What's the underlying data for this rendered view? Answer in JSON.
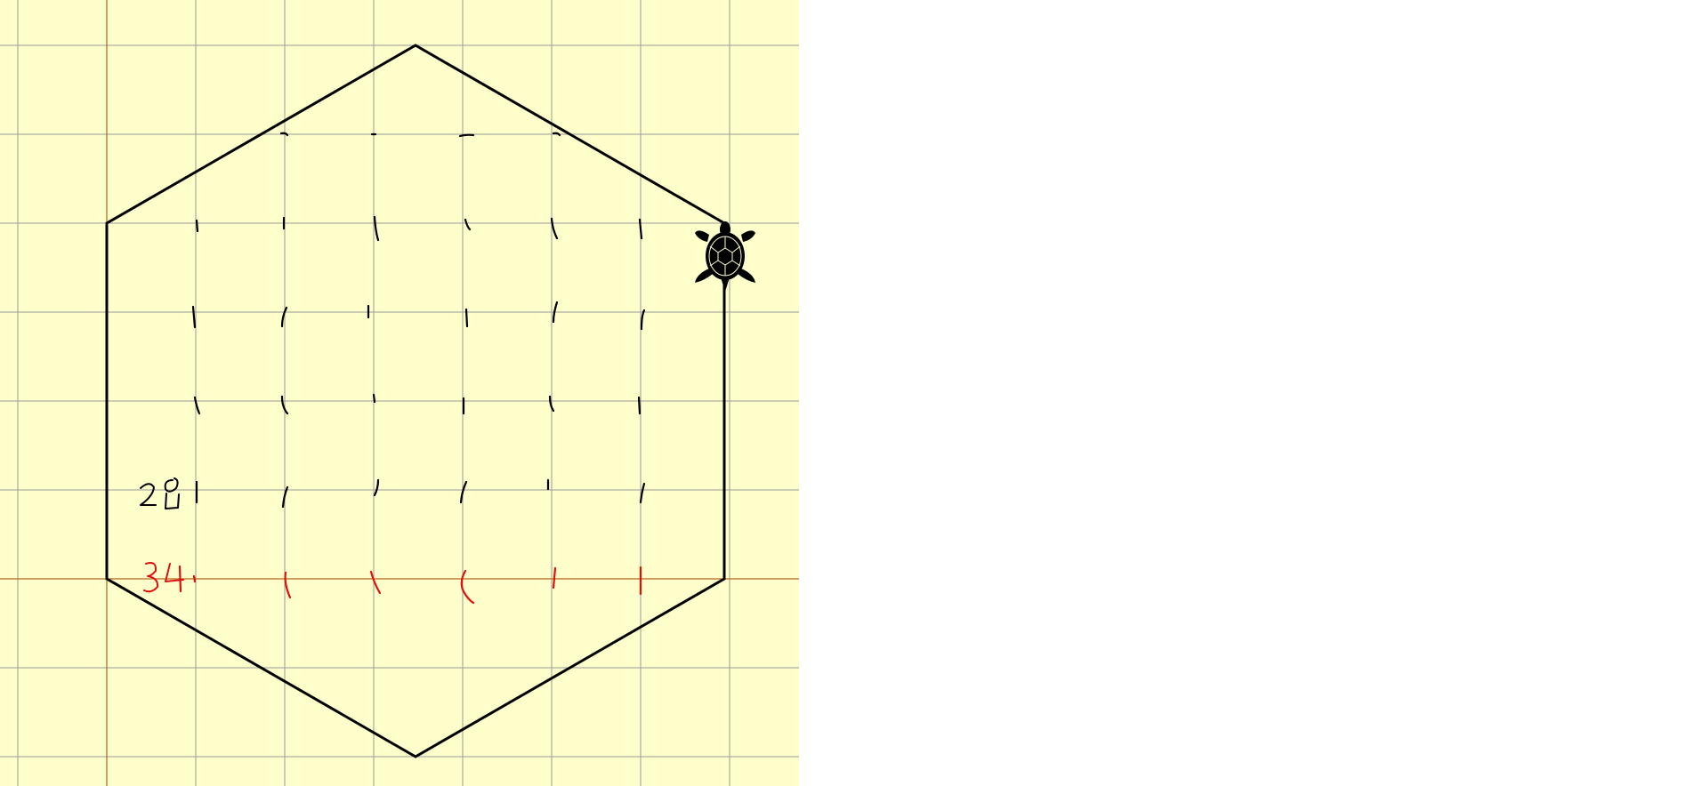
{
  "canvas": {
    "background": "#FFFFCC",
    "grid_color": "#9A9A9A",
    "axis_color": "#B5651D"
  },
  "annotations": {
    "label_28": "28",
    "label_34": "34",
    "label_28_color": "#000000",
    "label_34_color": "#E01010"
  },
  "turtle": {
    "icon": "turtle-icon",
    "heading": "up",
    "color": "#000000"
  },
  "drawing": {
    "shape": "hexagon",
    "pen_color": "#000000"
  }
}
